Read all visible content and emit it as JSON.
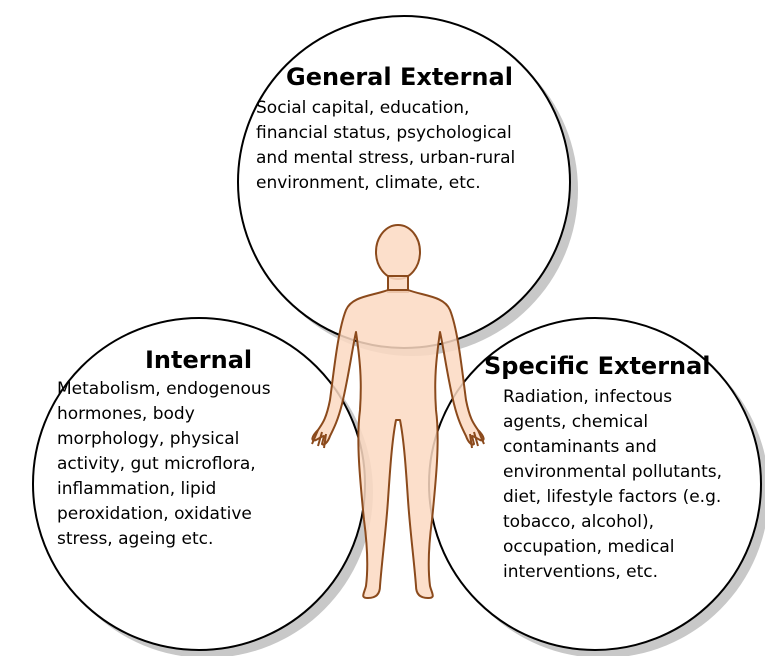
{
  "circles": {
    "general_external": {
      "title": "General External",
      "lines": [
        "Social capital, education,",
        "financial status, psychological",
        "and mental stress, urban-rural",
        "environment, climate, etc."
      ]
    },
    "internal": {
      "title": "Internal",
      "lines": [
        "Metabolism, endogenous",
        "hormones, body",
        "morphology, physical",
        "activity, gut microflora,",
        "inflammation, lipid",
        "peroxidation, oxidative",
        "stress, ageing etc."
      ]
    },
    "specific_external": {
      "title": "Specific External",
      "lines": [
        "Radiation, infectous",
        "agents, chemical",
        "contaminants and",
        "environmental pollutants,",
        "diet, lifestyle factors (e.g.",
        "tobacco, alcohol),",
        "occupation, medical",
        "interventions, etc."
      ]
    }
  },
  "colors": {
    "circle_fill": "#ffffff",
    "circle_stroke": "#000000",
    "shadow": "#c8c8c8",
    "body_fill": "#fcd9c2",
    "body_stroke": "#8b4a1c"
  },
  "icons": {
    "figure": "human-body-figure"
  }
}
